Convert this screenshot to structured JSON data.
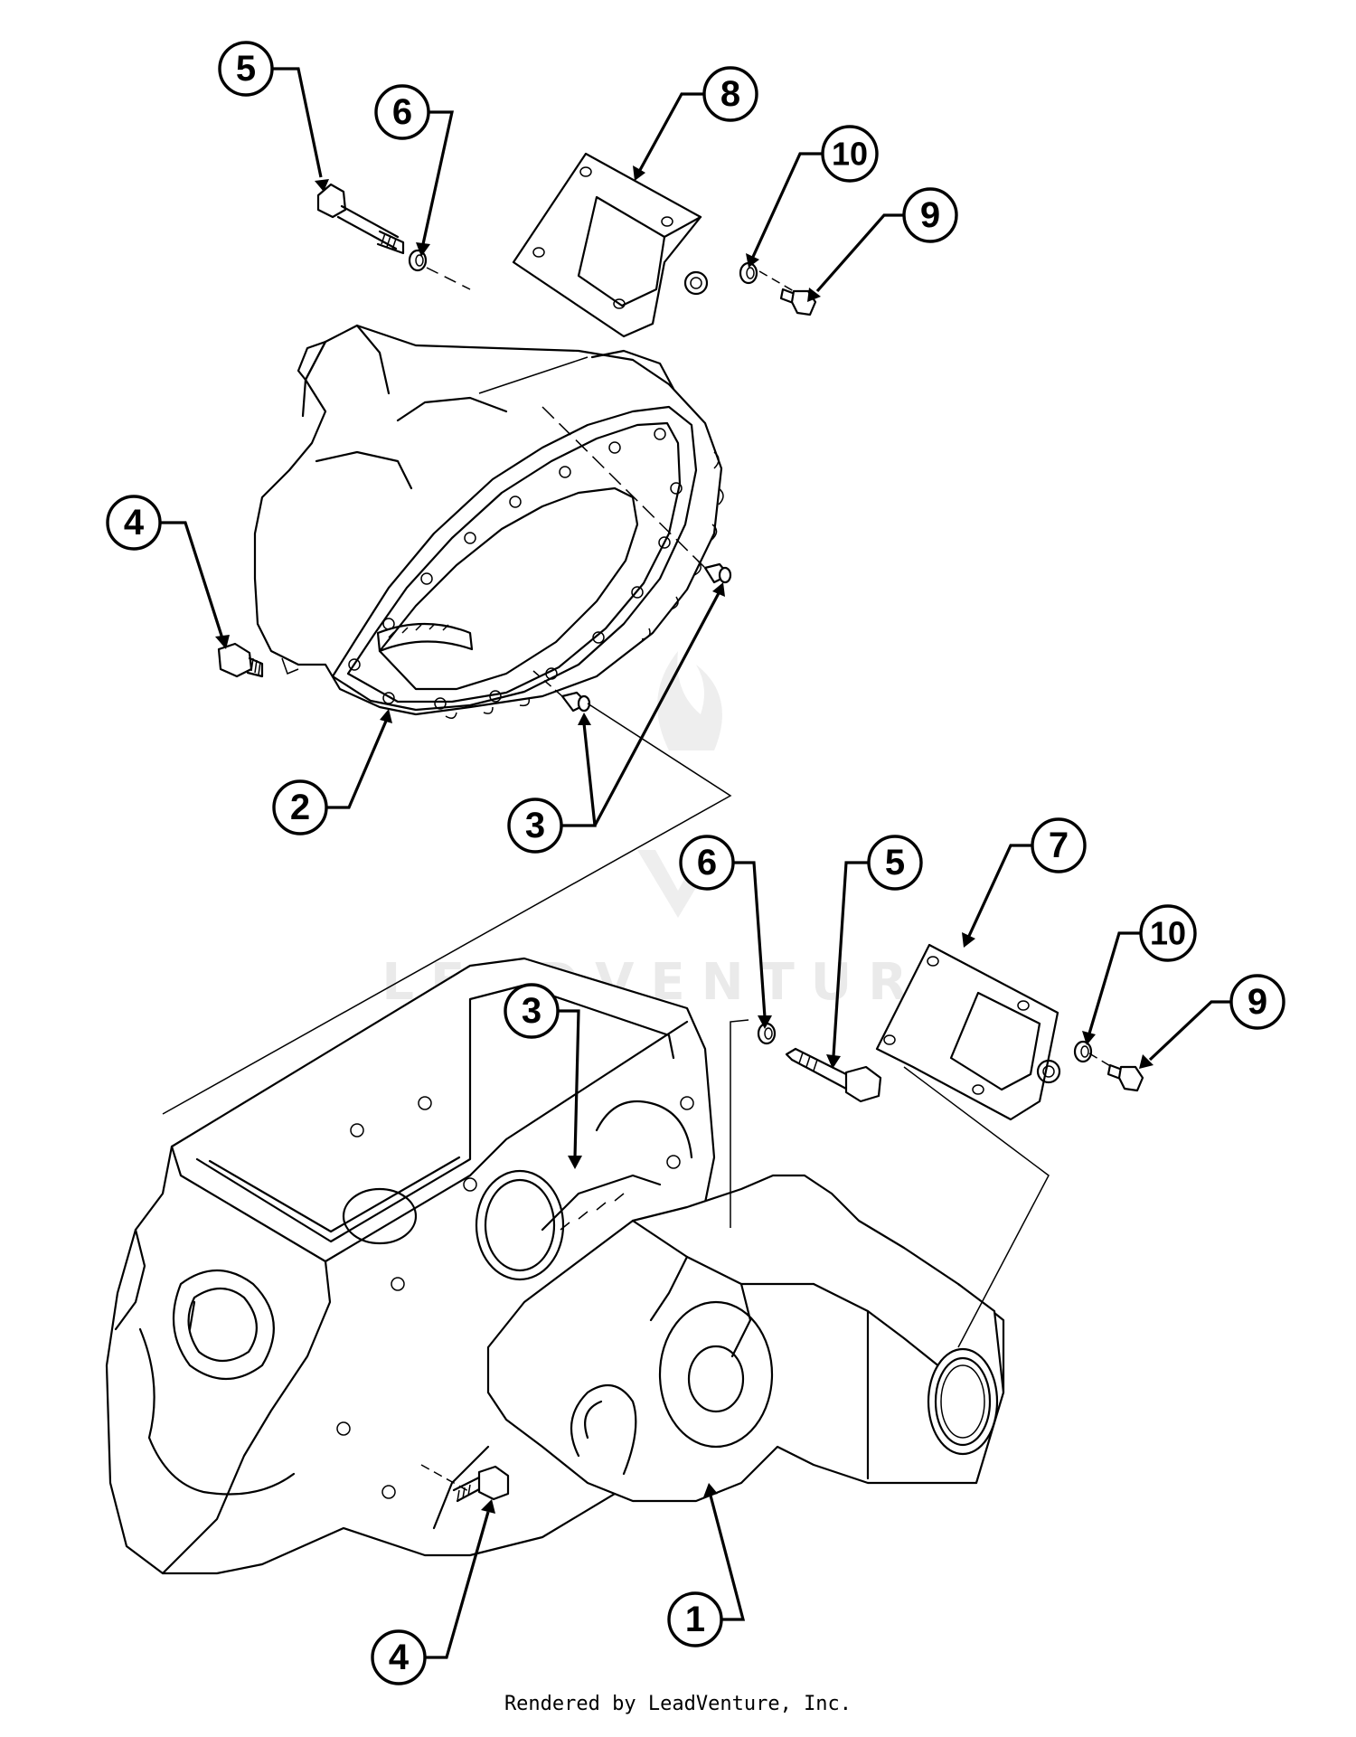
{
  "callouts": {
    "c5_top": "5",
    "c6_top": "6",
    "c8": "8",
    "c10_top": "10",
    "c9_top": "9",
    "c4_top": "4",
    "c2": "2",
    "c3_top": "3",
    "c7": "7",
    "c6_bottom": "6",
    "c5_bottom": "5",
    "c10_bottom": "10",
    "c9_bottom": "9",
    "c3_bottom": "3",
    "c4_bottom": "4",
    "c1": "1"
  },
  "watermark": "LEADVENTURE",
  "footer": "Rendered by LeadVenture, Inc."
}
